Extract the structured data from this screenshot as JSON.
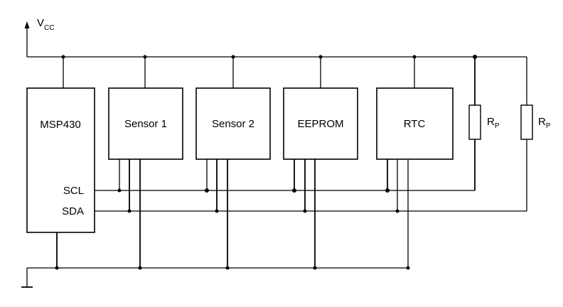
{
  "supply": {
    "symbol": "V",
    "subscript": "CC"
  },
  "mcu": {
    "label": "MSP430",
    "scl_label": "SCL",
    "sda_label": "SDA"
  },
  "devices": [
    {
      "label": "Sensor 1"
    },
    {
      "label": "Sensor 2"
    },
    {
      "label": "EEPROM"
    },
    {
      "label": "RTC"
    }
  ],
  "pullups": [
    {
      "symbol": "R",
      "subscript": "P"
    },
    {
      "symbol": "R",
      "subscript": "P"
    }
  ]
}
